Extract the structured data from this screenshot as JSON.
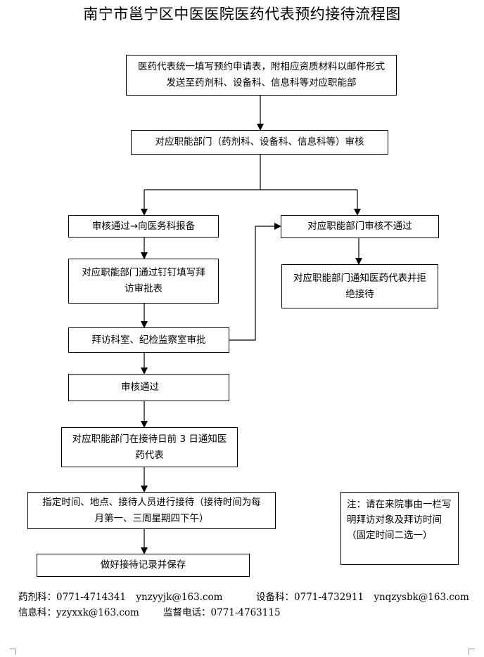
{
  "title": "南宁市邕宁区中医医院医药代表预约接待流程图",
  "steps": {
    "submit_application": "医药代表统一填写预约申请表，附相应资质材料以邮件形式发送至药剂科、设备科、信息科等对应职能部",
    "department_review": "对应职能部门（药剂科、设备科、信息科等）审核",
    "review_passed_report": "审核通过→向医务科报备",
    "review_not_passed": "对应职能部门审核不通过",
    "dingtalk_approval_form": "对应职能部门通过钉钉填写拜访审批表",
    "notify_and_refuse": "对应职能部门通知医药代表并拒绝接待",
    "visited_dept_approval": "拜访科室、纪检监察室审批",
    "approved": "审核通过",
    "notify_3_days_before": "对应职能部门在接待日前 3 日通知医药代表",
    "arrange_reception": "指定时间、地点、接待人员进行接待（接待时间为每月第一、三周星期四下午）",
    "record_and_save": "做好接待记录并保存"
  },
  "note": "注：请在来院事由一栏写明拜访对象及拜访时间（固定时间二选一）",
  "contacts": {
    "pharmacy_label": "药剂科：",
    "pharmacy_phone": "0771-4714341",
    "pharmacy_email": "ynzyyjk@163.com",
    "equipment_label": "设备科：",
    "equipment_phone": "0771-4732911",
    "equipment_email": "ynqzysbk@163.com",
    "info_label": "信息科：",
    "info_email": "yzyxxk@163.com",
    "supervision_label": "监督电话：",
    "supervision_phone": "0771-4763115"
  }
}
